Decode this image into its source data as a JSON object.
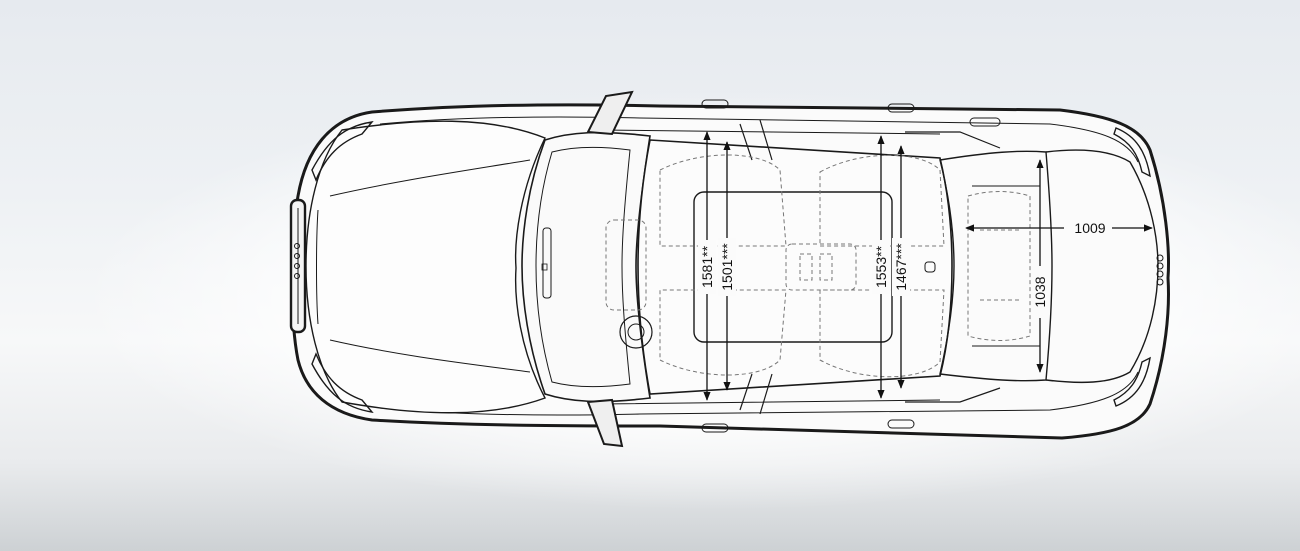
{
  "dimensions": {
    "shoulder_front": "1581**",
    "elbow_front": "1501***",
    "shoulder_rear": "1553**",
    "elbow_rear": "1467***",
    "luggage_length": "1009",
    "luggage_width": "1038"
  },
  "colors": {
    "line": "#1a1a1a",
    "hidden_line": "#777777",
    "background_top": "#e6eaef",
    "background_bottom": "#cdd1d4"
  }
}
